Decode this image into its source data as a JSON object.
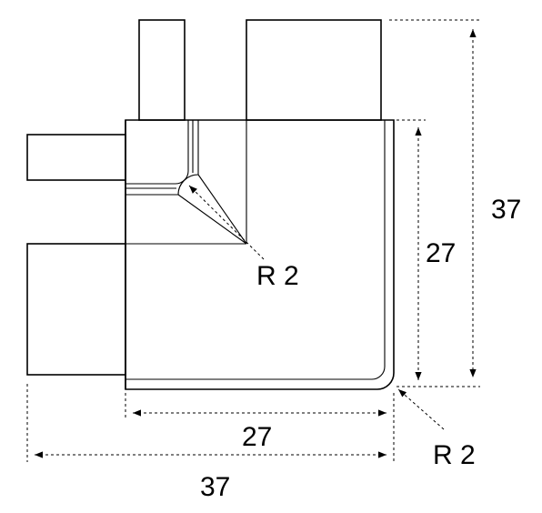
{
  "dimensions": {
    "outer_width": "37",
    "outer_height": "37",
    "inner_width": "27",
    "inner_height": "27"
  },
  "radii": {
    "inner_corner": "R 2",
    "outer_corner": "R 2"
  }
}
